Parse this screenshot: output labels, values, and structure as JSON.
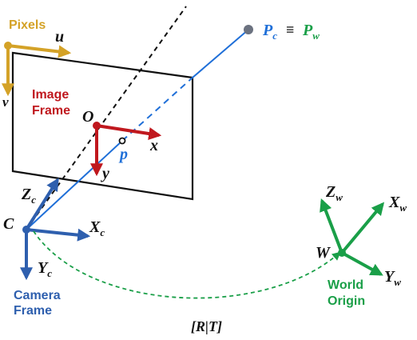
{
  "colors": {
    "pixels": "#d4a227",
    "image": "#c0181e",
    "camera": "#2e5fae",
    "ray": "#1f6fd8",
    "world": "#1a9f48",
    "frame": "#111111",
    "point": "#6b7280"
  },
  "pixels": {
    "title": "Pixels",
    "u": "u",
    "v": "v"
  },
  "image": {
    "title_line1": "Image",
    "title_line2": "Frame",
    "origin": "O",
    "x": "x",
    "y": "y",
    "projection": "p"
  },
  "camera": {
    "origin": "C",
    "z_base": "Z",
    "z_sub": "c",
    "x_base": "X",
    "x_sub": "c",
    "y_base": "Y",
    "y_sub": "c",
    "title_line1": "Camera",
    "title_line2": "Frame"
  },
  "point": {
    "pc_base": "P",
    "pc_sub": "c",
    "equiv": "≡",
    "pw_base": "P",
    "pw_sub": "w"
  },
  "world": {
    "origin": "W",
    "z_base": "Z",
    "z_sub": "w",
    "x_base": "X",
    "x_sub": "w",
    "y_base": "Y",
    "y_sub": "w",
    "title_line1": "World",
    "title_line2": "Origin"
  },
  "transform": {
    "label": "[R|T]"
  }
}
